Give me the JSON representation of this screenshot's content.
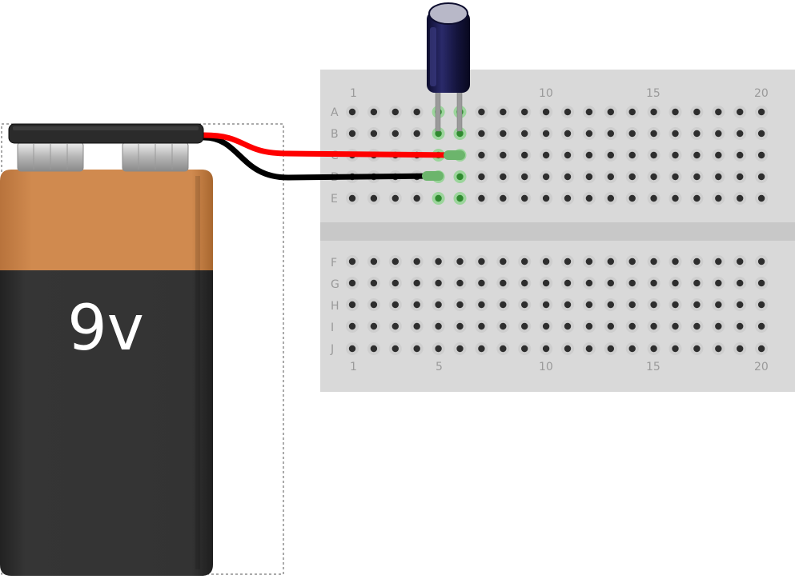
{
  "battery": {
    "label": "9v",
    "colors": {
      "copper": "#d08a4f",
      "body": "#333333",
      "cap": "#2b2b2b",
      "terminal": "#c9c9c9"
    }
  },
  "breadboard": {
    "row_labels_top": [
      "A",
      "B",
      "C",
      "D",
      "E"
    ],
    "row_labels_bottom": [
      "F",
      "G",
      "H",
      "I",
      "J"
    ],
    "column_numbers_top": [
      "1",
      "10",
      "15",
      "20"
    ],
    "column_numbers_bottom": [
      "1",
      "5",
      "10",
      "15",
      "20"
    ],
    "columns": 20,
    "colors": {
      "board": "#d9d9d9",
      "channel": "#c8c8c8",
      "hole": "#2e2e2e",
      "highlight": "#8fd48f"
    }
  },
  "capacitor": {
    "type": "electrolytic",
    "colors": {
      "body": "#14143c",
      "top": "#b8b8c8"
    }
  },
  "wires": [
    {
      "name": "positive-wire",
      "color": "#ff0000"
    },
    {
      "name": "negative-wire",
      "color": "#000000"
    }
  ]
}
